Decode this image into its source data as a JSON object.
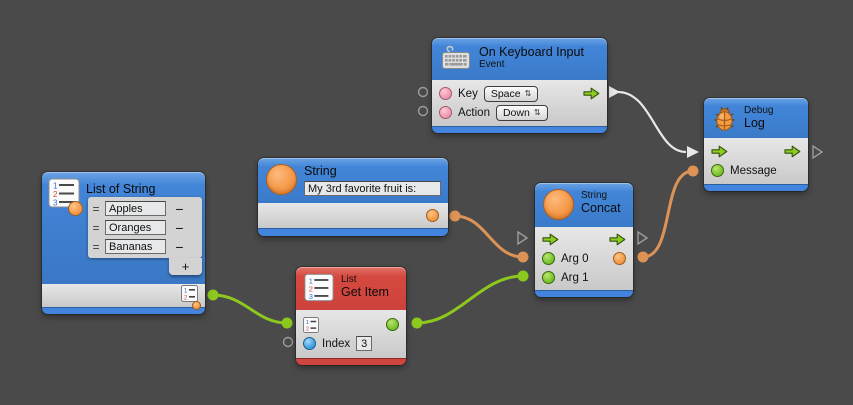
{
  "canvas": {
    "background_color": "#4a4a4a"
  },
  "colors": {
    "node_header_blue": "#4285d8",
    "node_header_red": "#d5493f",
    "node_body_gray": "#d8d8d8",
    "wire_green": "#8cc81e",
    "wire_orange": "#dc9355",
    "wire_white": "#e9e9e9",
    "port_pink": "#f09cb0",
    "port_green": "#79c52f",
    "port_blue": "#42a2e4",
    "port_orange": "#f49b4b"
  },
  "icons": {
    "keyboard-icon": "gray keyboard with cord",
    "bug-icon": "orange beetle",
    "list-icon": "numbered list page with orange badge",
    "list-small-icon": "small numbered list page",
    "string-icon": "large orange circle",
    "flow-arrow-icon": "green right block arrow",
    "unconnected-port": "gray outline circle / triangle"
  },
  "nodes": {
    "on_keyboard_input": {
      "title": "On Keyboard Input",
      "subtitle": "Event",
      "ports": {
        "key": {
          "label": "Key",
          "value": "Space"
        },
        "action": {
          "label": "Action",
          "value": "Down"
        }
      }
    },
    "debug_log": {
      "category": "Debug",
      "title": "Log",
      "ports": {
        "message": {
          "label": "Message"
        }
      }
    },
    "list_of_string": {
      "title": "List of String",
      "items": [
        "Apples",
        "Oranges",
        "Bananas"
      ],
      "ui": {
        "handle": "=",
        "remove": "−",
        "add": "+"
      }
    },
    "string_literal": {
      "title": "String",
      "value": "My 3rd favorite fruit is:"
    },
    "get_item": {
      "category": "List",
      "title": "Get Item",
      "ports": {
        "index": {
          "label": "Index",
          "value": "3"
        }
      }
    },
    "concat": {
      "category": "String",
      "title": "Concat",
      "ports": {
        "arg0": {
          "label": "Arg 0"
        },
        "arg1": {
          "label": "Arg 1"
        }
      }
    }
  },
  "connections": [
    {
      "from": "on_keyboard_input.flow_out",
      "to": "debug_log.flow_in",
      "type": "flow",
      "color": "#e9e9e9"
    },
    {
      "from": "list_of_string.output",
      "to": "get_item.list_in",
      "type": "value",
      "color": "#8cc81e"
    },
    {
      "from": "get_item.output",
      "to": "concat.arg1",
      "type": "value",
      "color": "#8cc81e"
    },
    {
      "from": "string_literal.output",
      "to": "concat.arg0",
      "type": "value",
      "color": "#dc9355"
    },
    {
      "from": "concat.output",
      "to": "debug_log.message",
      "type": "value",
      "color": "#dc9355"
    }
  ]
}
